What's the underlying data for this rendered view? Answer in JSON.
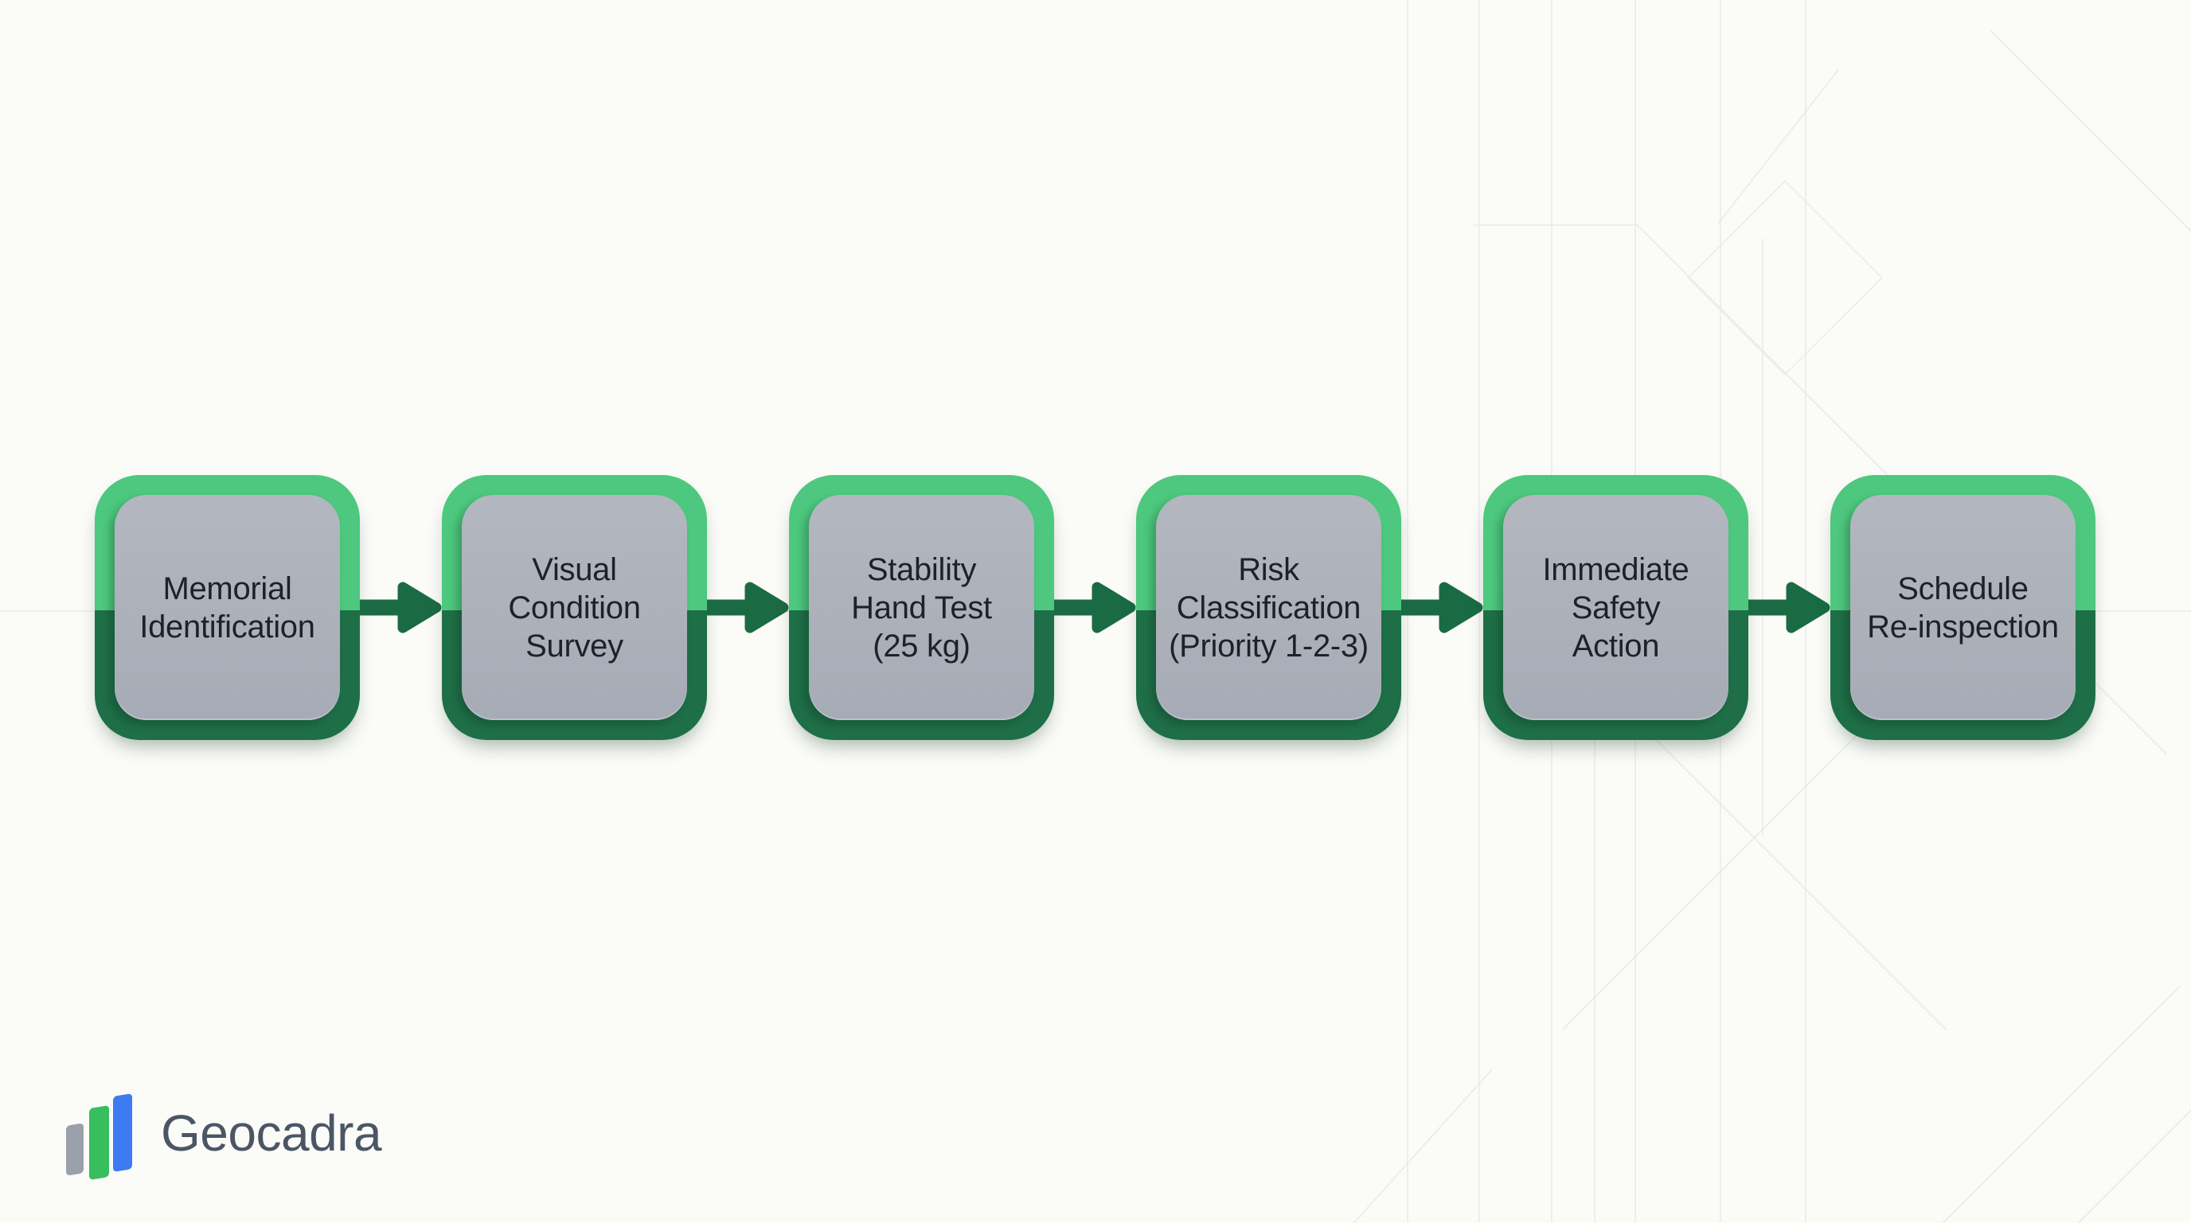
{
  "page": {
    "background": "#FBFBF8",
    "line_color": "#E5E4E8"
  },
  "flowchart": {
    "steps": [
      {
        "label": "Memorial\nIdentification"
      },
      {
        "label": "Visual\nCondition\nSurvey"
      },
      {
        "label": "Stability\nHand Test\n(25 kg)"
      },
      {
        "label": "Risk\nClassification\n(Priority 1-2-3)"
      },
      {
        "label": "Immediate\nSafety\nAction"
      },
      {
        "label": "Schedule\nRe-inspection"
      }
    ],
    "colors": {
      "border_top": "#4DC87E",
      "border_bottom": "#1E6F47",
      "arrow": "#1A6B44",
      "panel_top": "#B3B7BF",
      "panel_bottom": "#A6ABB5",
      "text": "#1D212B"
    }
  },
  "brand": {
    "name": "Geocadra",
    "colors": {
      "brand_text": "#4B5665",
      "bar_gray": "#9BA1AA",
      "bar_green": "#38BE5F",
      "bar_blue": "#3C7BF2"
    }
  }
}
